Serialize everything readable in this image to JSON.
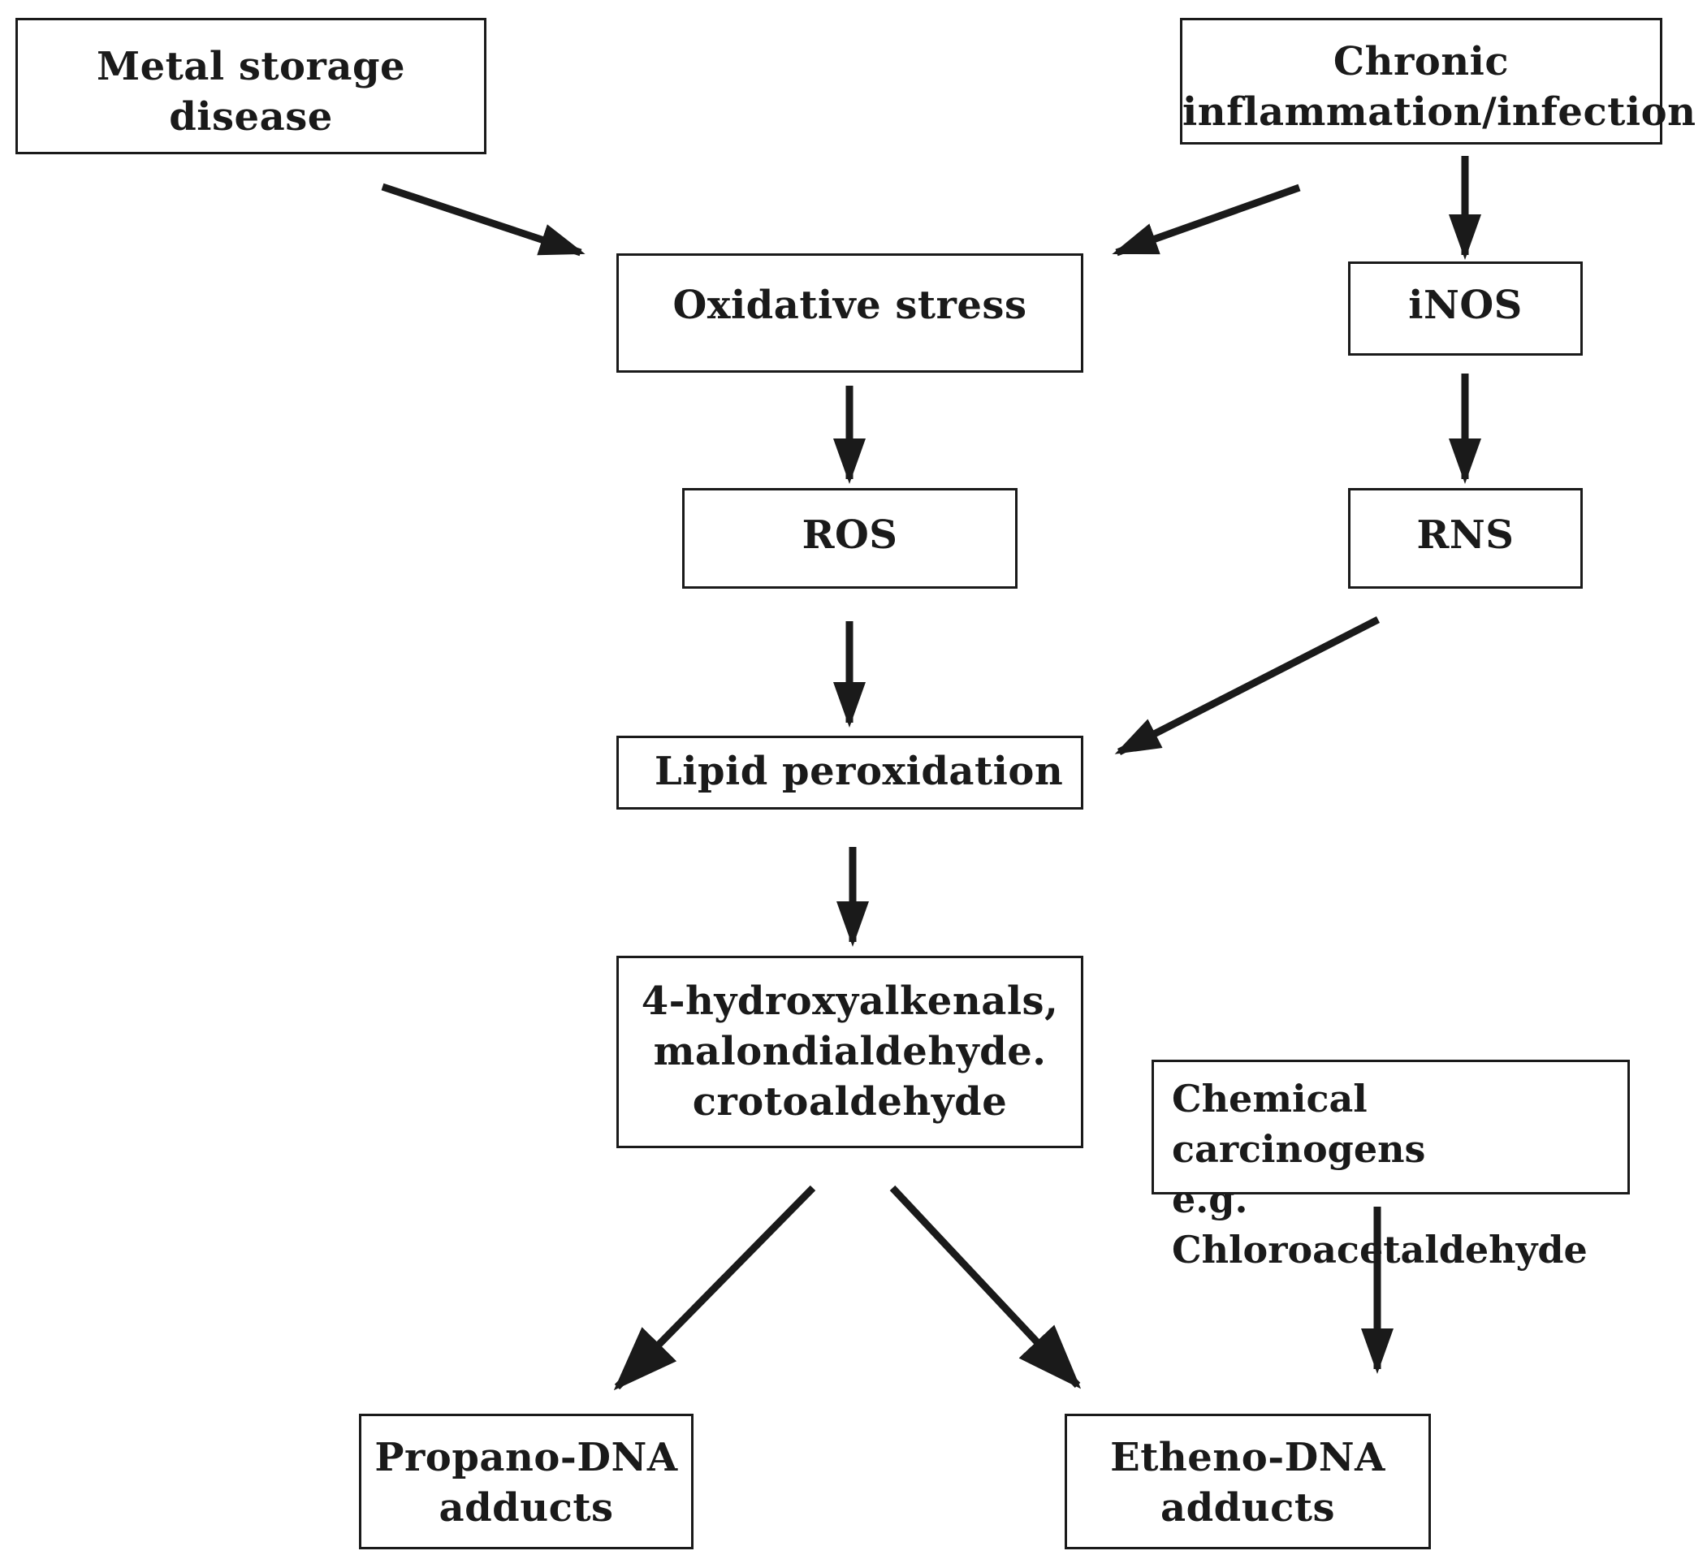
{
  "nodes": {
    "metal_storage": "Metal storage disease",
    "chronic_inflammation": "Chronic\ninflammation/infection",
    "oxidative_stress": "Oxidative stress",
    "inos": "iNOS",
    "ros": "ROS",
    "rns": "RNS",
    "lipid_peroxidation": "Lipid peroxidation",
    "aldehydes": "4-hydroxyalkenals,\nmalondialdehyde.\ncrotoaldehyde",
    "chemical_carcinogens": "Chemical carcinogens\ne.g. Chloroacetaldehyde",
    "propano_dna": "Propano-DNA\nadducts",
    "etheno_dna": "Etheno-DNA\nadducts"
  },
  "colors": {
    "stroke": "#1a1a1a",
    "background": "#ffffff"
  }
}
